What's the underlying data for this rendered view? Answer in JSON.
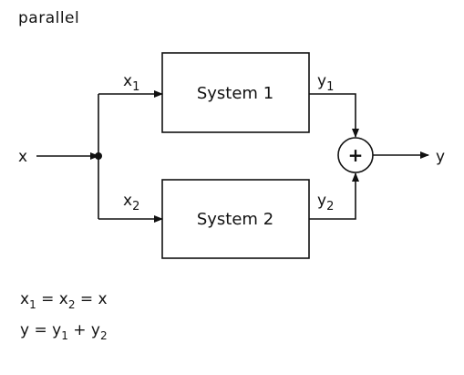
{
  "title": "parallel",
  "input_label": "x",
  "output_label": "y",
  "branch1": {
    "input_label": "x",
    "input_sub": "1",
    "block_label": "System 1",
    "output_label": "y",
    "output_sub": "1"
  },
  "branch2": {
    "input_label": "x",
    "input_sub": "2",
    "block_label": "System 2",
    "output_label": "y",
    "output_sub": "2"
  },
  "sum_symbol": "+",
  "equations": {
    "eq1": {
      "x1": "x",
      "x1_sub": "1",
      "x2": "x",
      "x2_sub": "2",
      "rhs": "x",
      "eq_sign": "="
    },
    "eq2": {
      "lhs": "y",
      "y1": "y",
      "y1_sub": "1",
      "plus": "+",
      "y2": "y",
      "y2_sub": "2",
      "eq_sign": "="
    }
  }
}
